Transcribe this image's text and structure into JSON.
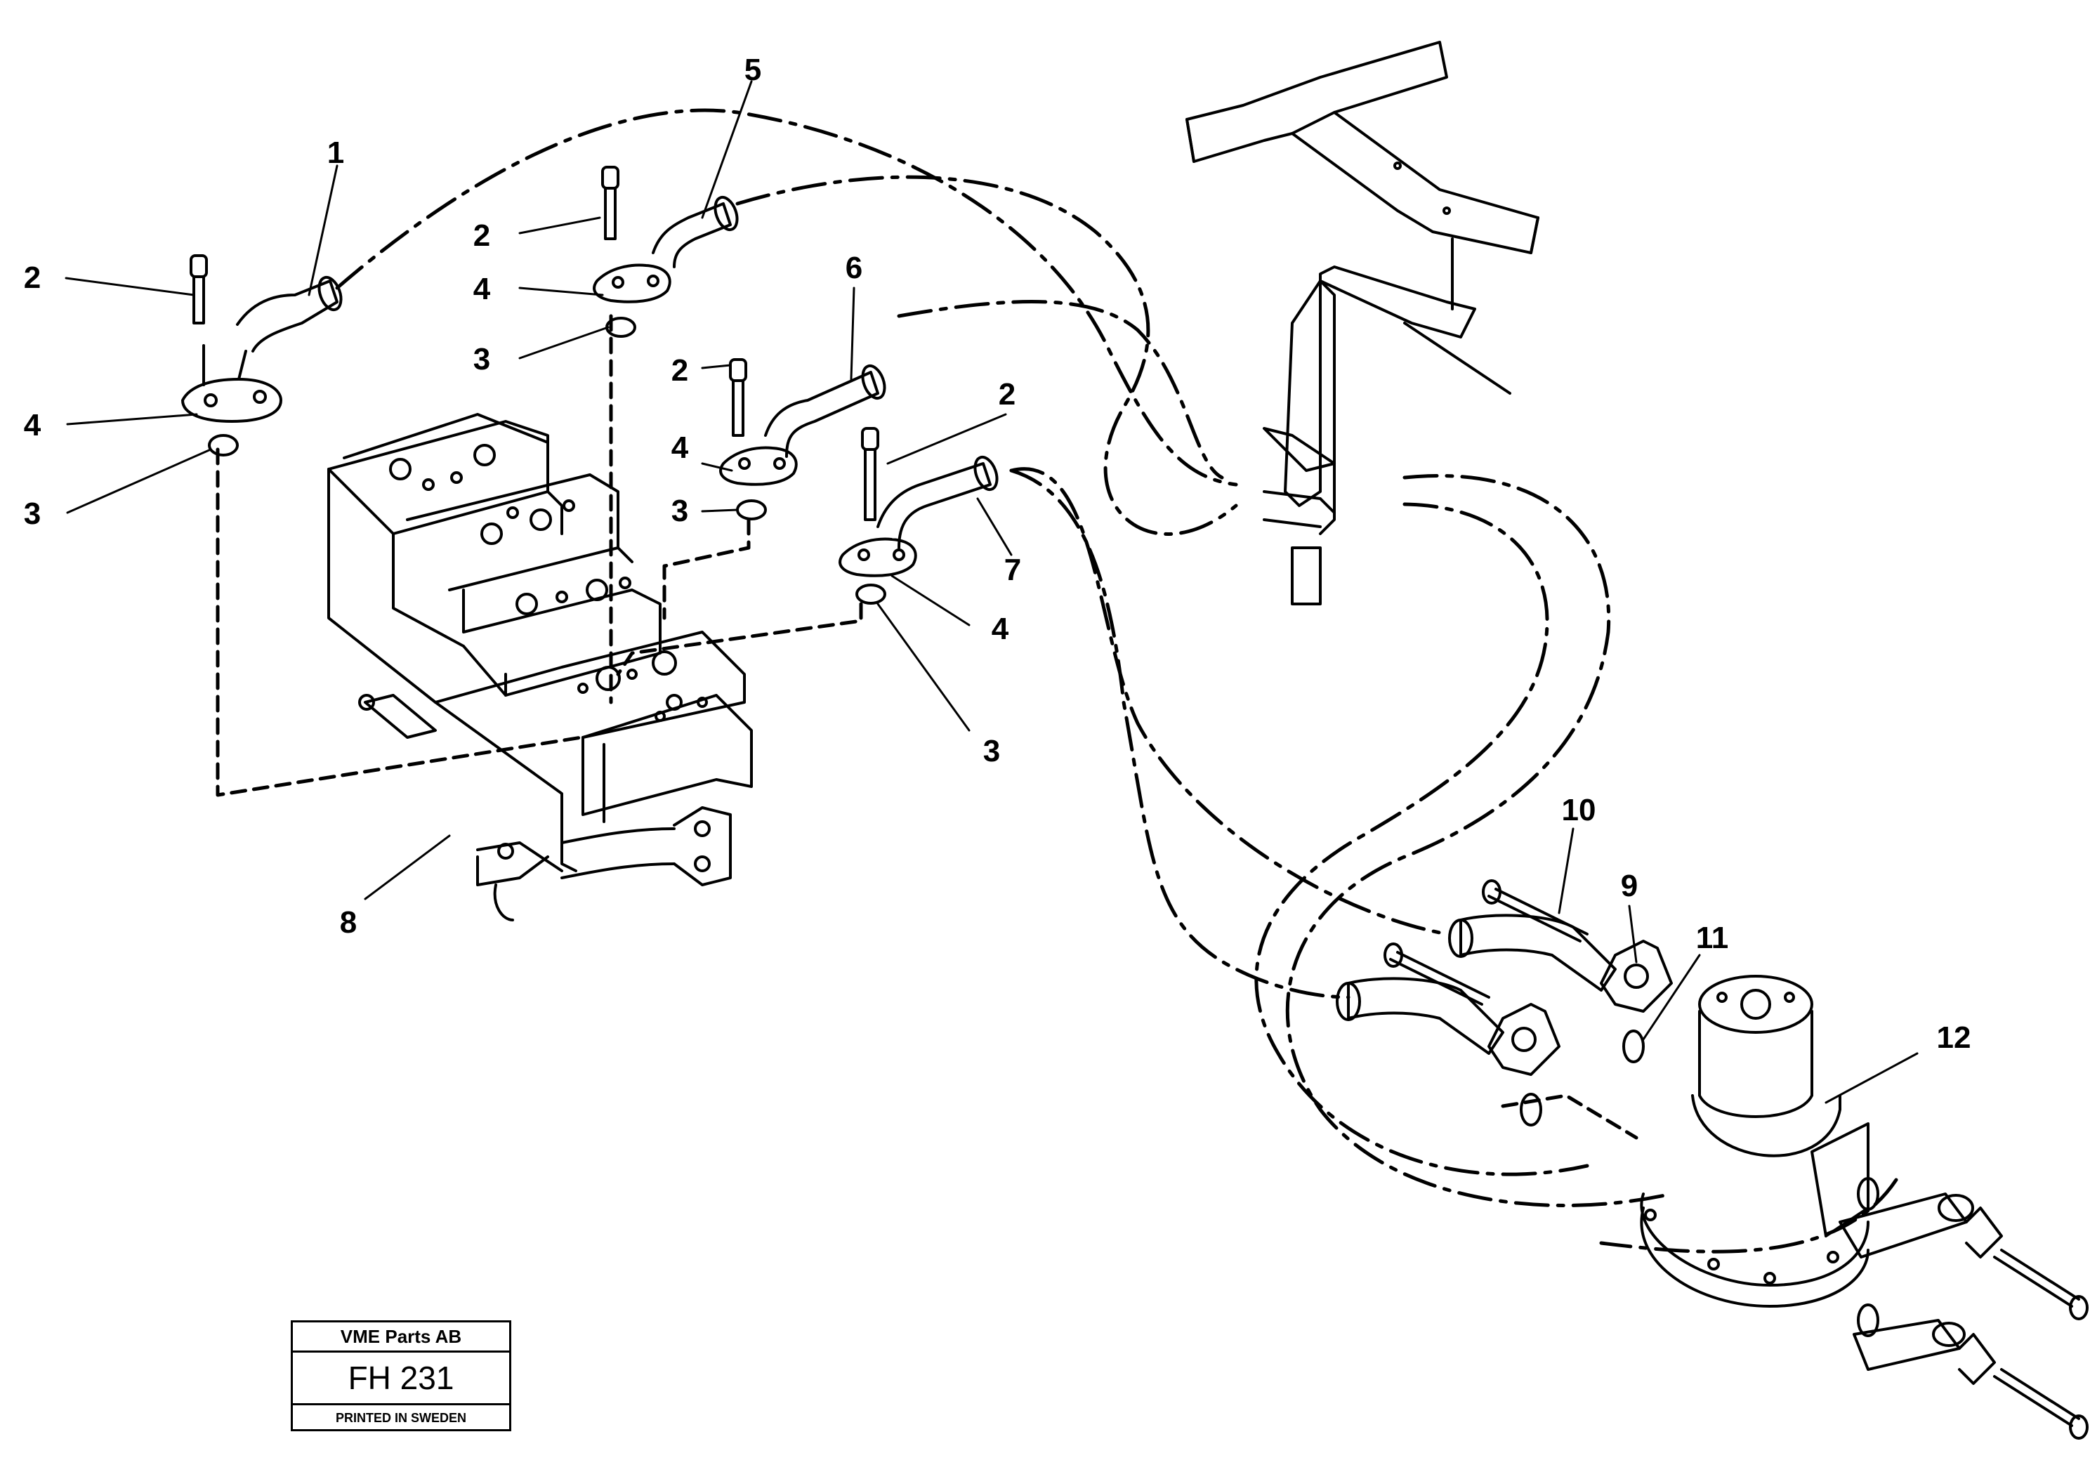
{
  "callouts": {
    "c1": "1",
    "c2a": "2",
    "c2b": "2",
    "c2c": "2",
    "c2d": "2",
    "c3a": "3",
    "c3b": "3",
    "c3c": "3",
    "c3d": "3",
    "c4a": "4",
    "c4b": "4",
    "c4c": "4",
    "c4d": "4",
    "c5": "5",
    "c6": "6",
    "c7": "7",
    "c8": "8",
    "c9": "9",
    "c10": "10",
    "c11": "11",
    "c12": "12"
  },
  "stamp": {
    "company": "VME Parts AB",
    "code": "FH 231",
    "printed": "PRINTED IN SWEDEN"
  }
}
